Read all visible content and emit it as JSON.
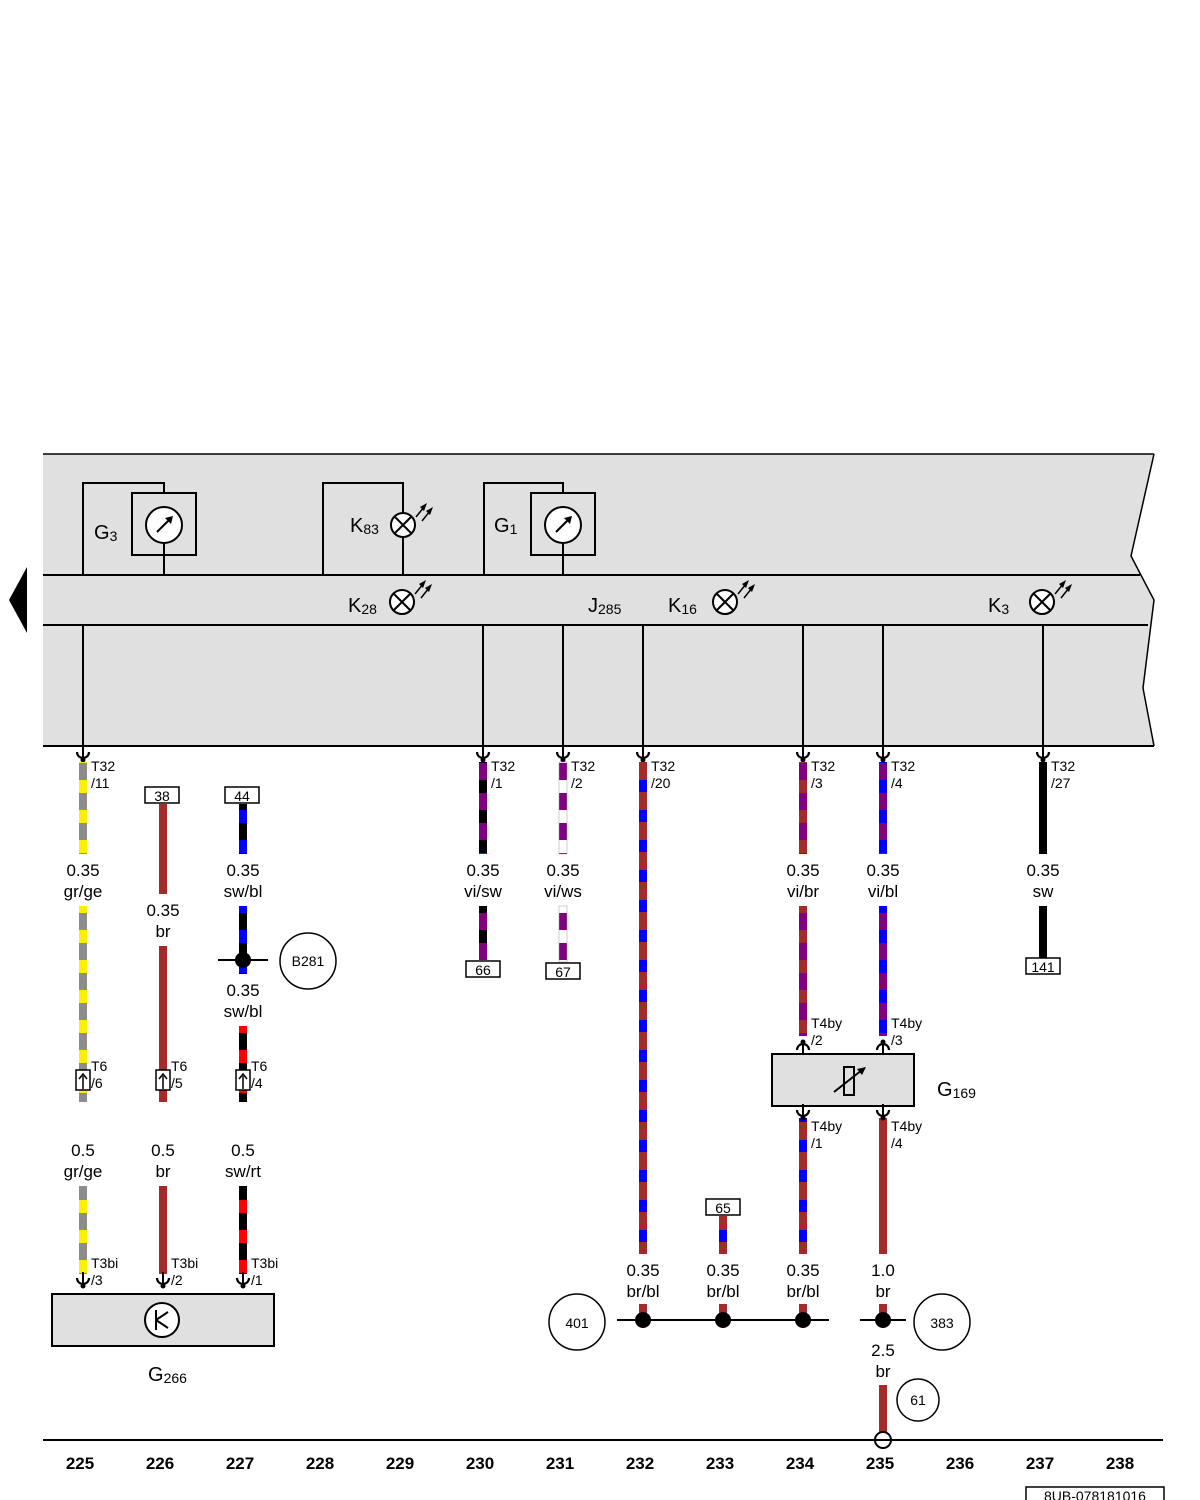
{
  "components": {
    "G3": {
      "main": "G",
      "sub": "3"
    },
    "K83": {
      "main": "K",
      "sub": "83"
    },
    "G1": {
      "main": "G",
      "sub": "1"
    },
    "K28": {
      "main": "K",
      "sub": "28"
    },
    "J285": {
      "main": "J",
      "sub": "285"
    },
    "K16": {
      "main": "K",
      "sub": "16"
    },
    "K3": {
      "main": "K",
      "sub": "3"
    },
    "G169": {
      "main": "G",
      "sub": "169"
    },
    "G266": {
      "main": "G",
      "sub": "266"
    }
  },
  "connectors": {
    "t32_11": {
      "a": "T32",
      "b": "/11"
    },
    "t32_1": {
      "a": "T32",
      "b": "/1"
    },
    "t32_2": {
      "a": "T32",
      "b": "/2"
    },
    "t32_20": {
      "a": "T32",
      "b": "/20"
    },
    "t32_3": {
      "a": "T32",
      "b": "/3"
    },
    "t32_4": {
      "a": "T32",
      "b": "/4"
    },
    "t32_27": {
      "a": "T32",
      "b": "/27"
    },
    "t6_6": {
      "a": "T6",
      "b": "/6"
    },
    "t6_5": {
      "a": "T6",
      "b": "/5"
    },
    "t6_4": {
      "a": "T6",
      "b": "/4"
    },
    "t3bi_3": {
      "a": "T3bi",
      "b": "/3"
    },
    "t3bi_2": {
      "a": "T3bi",
      "b": "/2"
    },
    "t3bi_1": {
      "a": "T3bi",
      "b": "/1"
    },
    "t4by_2": {
      "a": "T4by",
      "b": "/2"
    },
    "t4by_3": {
      "a": "T4by",
      "b": "/3"
    },
    "t4by_1": {
      "a": "T4by",
      "b": "/1"
    },
    "t4by_4": {
      "a": "T4by",
      "b": "/4"
    }
  },
  "wires": {
    "w225a": {
      "size": "0.35",
      "color": "gr/ge"
    },
    "w225b": {
      "size": "0.5",
      "color": "gr/ge"
    },
    "w226a": {
      "size": "0.35",
      "color": "br"
    },
    "w226b": {
      "size": "0.5",
      "color": "br"
    },
    "w227a": {
      "size": "0.35",
      "color": "sw/bl"
    },
    "w227b": {
      "size": "0.35",
      "color": "sw/bl"
    },
    "w227c": {
      "size": "0.5",
      "color": "sw/rt"
    },
    "w230": {
      "size": "0.35",
      "color": "vi/sw"
    },
    "w231": {
      "size": "0.35",
      "color": "vi/ws"
    },
    "w232": {
      "size": "0.35",
      "color": "br/bl"
    },
    "w233": {
      "size": "0.35",
      "color": "br/bl"
    },
    "w234a": {
      "size": "0.35",
      "color": "vi/br"
    },
    "w234b": {
      "size": "0.35",
      "color": "br/bl"
    },
    "w235a": {
      "size": "0.35",
      "color": "vi/bl"
    },
    "w235b": {
      "size": "1.0",
      "color": "br"
    },
    "w235c": {
      "size": "2.5",
      "color": "br"
    },
    "w237": {
      "size": "0.35",
      "color": "sw"
    }
  },
  "references": {
    "r38": "38",
    "r44": "44",
    "r66": "66",
    "r67": "67",
    "r141": "141",
    "r65": "65"
  },
  "nodes": {
    "b281": "B281",
    "n401": "401",
    "n383": "383",
    "n61": "61"
  },
  "columns": [
    "225",
    "226",
    "227",
    "228",
    "229",
    "230",
    "231",
    "232",
    "233",
    "234",
    "235",
    "236",
    "237",
    "238"
  ],
  "doc_id": "8UB-078181016",
  "colors": {
    "panel": "#e0e0e0",
    "gray": "#8c8c8c",
    "yellow": "#ffee00",
    "brown": "#a52a2a",
    "blue": "#0000ff",
    "black": "#000000",
    "violet": "#800080",
    "red": "#ff0000",
    "white": "#ffffff"
  }
}
